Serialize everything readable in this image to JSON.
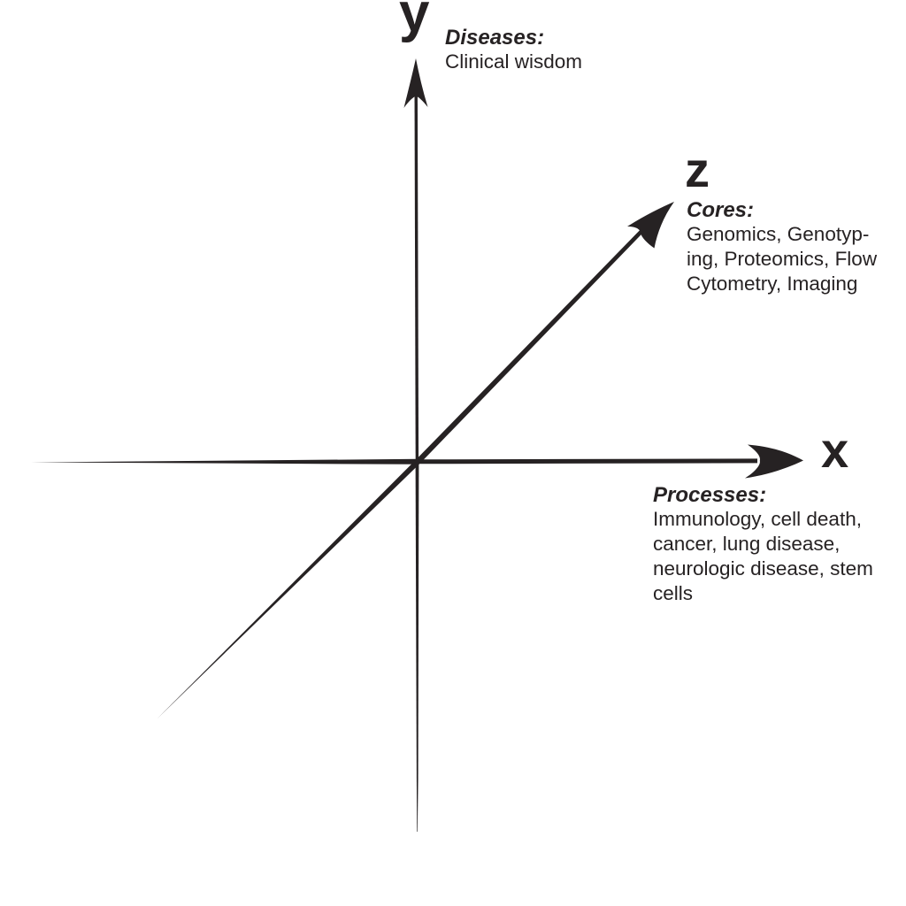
{
  "figure": {
    "background": "#ffffff",
    "ink": "#262223"
  },
  "axes": {
    "y": {
      "letter": "y",
      "title": "Diseases:",
      "body": [
        "Clinical wisdom"
      ]
    },
    "z": {
      "letter": "z",
      "title": "Cores:",
      "body": [
        "Genomics, Genotyp-",
        "ing, Proteomics, Flow",
        "Cytometry, Imaging"
      ]
    },
    "x": {
      "letter": "x",
      "title": "Processes:",
      "body": [
        "Immunology, cell death,",
        "cancer, lung disease,",
        "neurologic disease, stem",
        "cells"
      ]
    }
  }
}
